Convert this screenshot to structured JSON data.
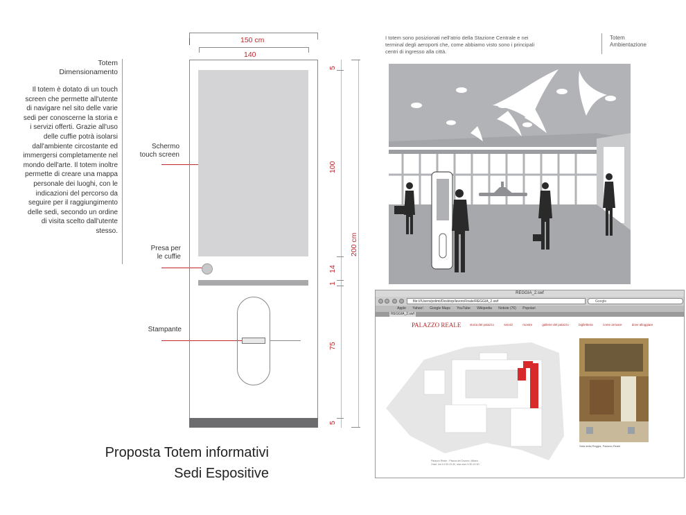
{
  "dimensioning": {
    "heading_line1": "Totem",
    "heading_line2": "Dimensionamento",
    "description": "Il totem è dotato di un touch screen che permette all'utente di navigare nel sito delle varie sedi per conoscerne la storia e i servizi offerti. Grazie all'uso delle cuffie potrà isolarsi dall'ambiente circostante ed immergersi completamente nel mondo dell'arte. Il totem inoltre permette di creare una mappa personale dei luoghi, con le indicazioni del percorso da seguire per il raggiungimento delle sedi, secondo un ordine di visita scelto dall'utente stesso."
  },
  "callouts": {
    "screen_line1": "Schermo",
    "screen_line2": "touch screen",
    "headphones_line1": "Presa per",
    "headphones_line2": "le cuffie",
    "printer": "Stampante"
  },
  "dimensions": {
    "outer_width": "150 cm",
    "inner_width": "140",
    "total_height": "200 cm",
    "top_margin": "5",
    "screen_height": "100",
    "jack_zone": "14",
    "bar_zone": "1",
    "printer_zone": "75",
    "base_zone": "5"
  },
  "proposal": {
    "line1": "Proposta Totem informativi",
    "line2": "Sedi Espositive"
  },
  "ambient": {
    "intro": "I totem sono posizionati nell'atrio della Stazione Centrale e nei terminal degli aeroporti che, come abbiamo visto sono i principali centri di ingresso alla città.",
    "tag_line1": "Totem",
    "tag_line2": "Ambientazione"
  },
  "browser": {
    "window_title": "REGGIA_2.swf",
    "url": "file:///Users/polimi/Desktop/lavoroFinale/REGGIA_2.swf",
    "search_placeholder": "Google",
    "bookmarks": [
      "Apple",
      "Yahoo!",
      "Google Maps",
      "YouTube",
      "Wikipedia",
      "Notizie (76)",
      "Popolari"
    ],
    "tab_label": "REGGIA_2.swf",
    "site_logo": "PALAZZO REALE",
    "site_nav": [
      "storia del palazzo",
      "servizi",
      "mostre",
      "gallerie del palazzo",
      "biglietteria",
      "come arrivare",
      "dove alloggiare"
    ],
    "photo_caption": "Sala della Reggia, Palazzo Reale",
    "footer_line1": "Palazzo Reale - Piazza del Duomo, Milano",
    "footer_line2": "Orari: lun 14.30-19.30, mar-dom 9.30-19.30"
  }
}
